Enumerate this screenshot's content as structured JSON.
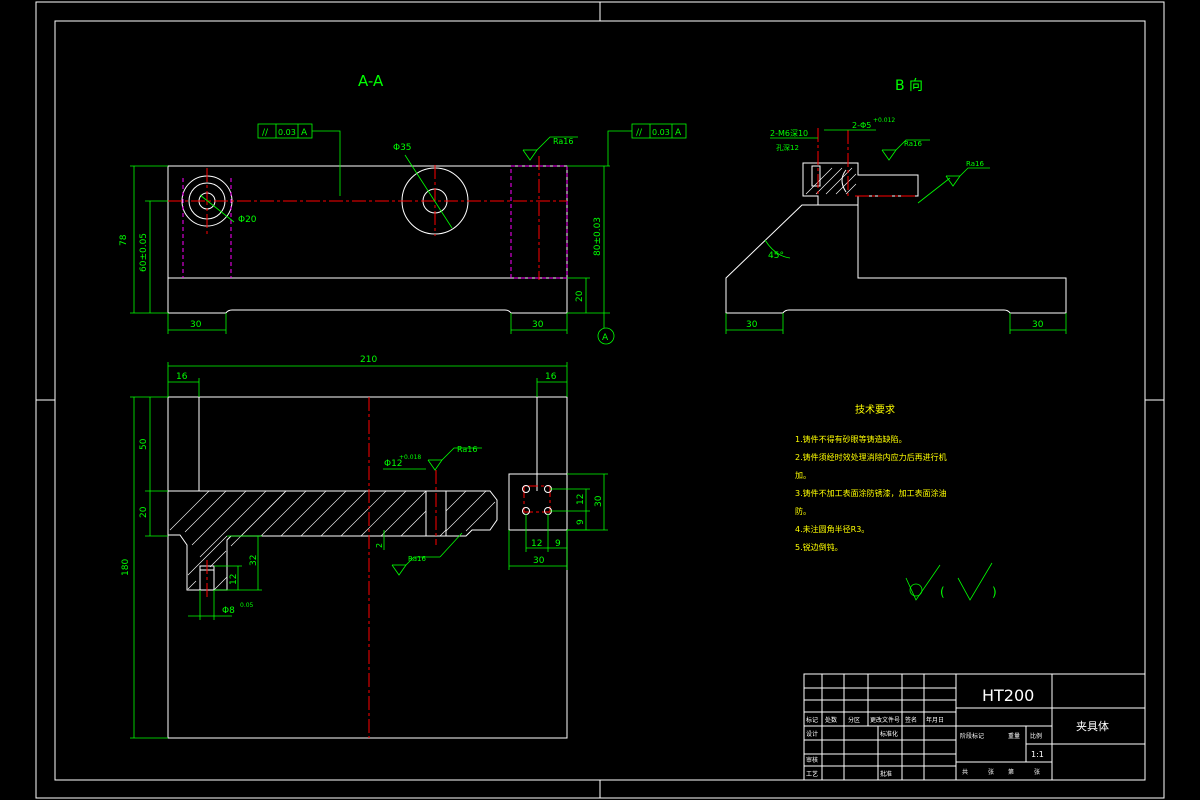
{
  "views": {
    "section_aa_title": "A-A",
    "view_b_title": "B 向"
  },
  "section_aa": {
    "tol_left": [
      "//",
      "0.03",
      "A"
    ],
    "tol_right": [
      "//",
      "0.03",
      "A"
    ],
    "ra_top": "Ra16",
    "dia_35": "Φ35",
    "dia_20": "Φ20",
    "dim_78": "78",
    "dim_60": "60±0.05",
    "dim_80": "80±0.03",
    "dim_20": "20",
    "dim_30_left": "30",
    "dim_30_right": "30",
    "datum": "A"
  },
  "view_b": {
    "thread_label": "2-M6深10",
    "thread_sub": "孔深12",
    "pin_label": "2-Φ5",
    "pin_tol": "+0.012",
    "ra_a": "Ra16",
    "ra_b": "Ra16",
    "angle": "45°",
    "dim_30_left": "30",
    "dim_30_right": "30"
  },
  "plan_view": {
    "dim_210": "210",
    "dim_16_left": "16",
    "dim_16_right": "16",
    "dim_50": "50",
    "dim_20": "20",
    "dim_180": "180",
    "dim_32": "32",
    "dim_12_v": "12",
    "dim_2": "2",
    "dia_12": "Φ12",
    "dia_12_tol": "+0.018",
    "ra_top": "Ra16",
    "ra_bottom": "Ra16",
    "dia_8": "Φ8",
    "dia_8_tol": "0.05",
    "dim_12_r": "12",
    "dim_9_r": "9",
    "dim_30_r": "30",
    "dim_12_b": "12",
    "dim_9_b": "9",
    "dim_30_b": "30"
  },
  "tech_requirements": {
    "title": "技术要求",
    "items": [
      "1.铸件不得有砂眼等铸造缺陷。",
      "2.铸件须经时效处理消除内应力后再进行机",
      "加。",
      "3.铸件不加工表面涂防锈漆，加工表面涂油",
      "防。",
      "4.未注圆角半径R3。",
      "5.锐边倒钝。"
    ]
  },
  "finish_symbols": {
    "open": "(",
    "close": ")"
  },
  "title_block": {
    "material": "HT200",
    "part_name": "夹具体",
    "scale": "1:1",
    "cells": [
      "标记",
      "处数",
      "分区",
      "更改文件号",
      "签名",
      "年月日",
      "设计",
      "标准化",
      "阶段标记",
      "重量",
      "比例",
      "审核",
      "工艺",
      "批准",
      "共",
      "张",
      "第",
      "张"
    ]
  }
}
